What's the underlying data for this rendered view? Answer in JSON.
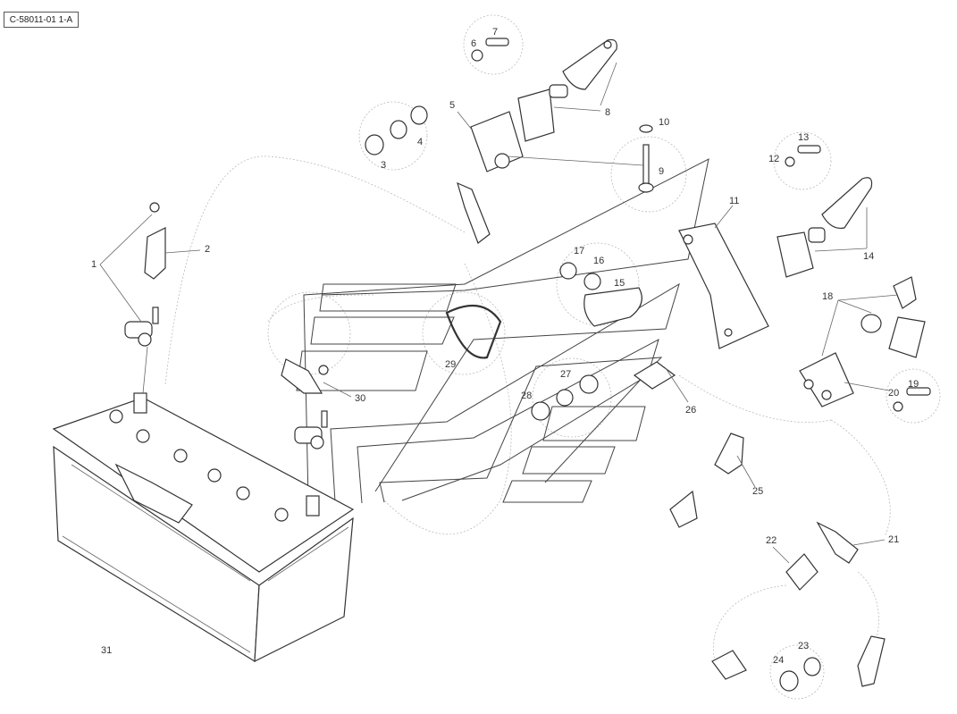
{
  "reference": "C-58011-01 1-A",
  "callouts": [
    {
      "id": "n1",
      "text": "1"
    },
    {
      "id": "n2",
      "text": "2"
    },
    {
      "id": "n3",
      "text": "3"
    },
    {
      "id": "n4",
      "text": "4"
    },
    {
      "id": "n5",
      "text": "5"
    },
    {
      "id": "n6",
      "text": "6"
    },
    {
      "id": "n7",
      "text": "7"
    },
    {
      "id": "n8",
      "text": "8"
    },
    {
      "id": "n9",
      "text": "9"
    },
    {
      "id": "n10",
      "text": "10"
    },
    {
      "id": "n11",
      "text": "11"
    },
    {
      "id": "n12",
      "text": "12"
    },
    {
      "id": "n13",
      "text": "13"
    },
    {
      "id": "n14",
      "text": "14"
    },
    {
      "id": "n15",
      "text": "15"
    },
    {
      "id": "n16",
      "text": "16"
    },
    {
      "id": "n17",
      "text": "17"
    },
    {
      "id": "n18",
      "text": "18"
    },
    {
      "id": "n19",
      "text": "19"
    },
    {
      "id": "n20",
      "text": "20"
    },
    {
      "id": "n21",
      "text": "21"
    },
    {
      "id": "n22",
      "text": "22"
    },
    {
      "id": "n23",
      "text": "23"
    },
    {
      "id": "n24",
      "text": "24"
    },
    {
      "id": "n25",
      "text": "25"
    },
    {
      "id": "n26",
      "text": "26"
    },
    {
      "id": "n27",
      "text": "27"
    },
    {
      "id": "n28",
      "text": "28"
    },
    {
      "id": "n29",
      "text": "29"
    },
    {
      "id": "n30",
      "text": "30"
    },
    {
      "id": "n31",
      "text": "31"
    }
  ]
}
